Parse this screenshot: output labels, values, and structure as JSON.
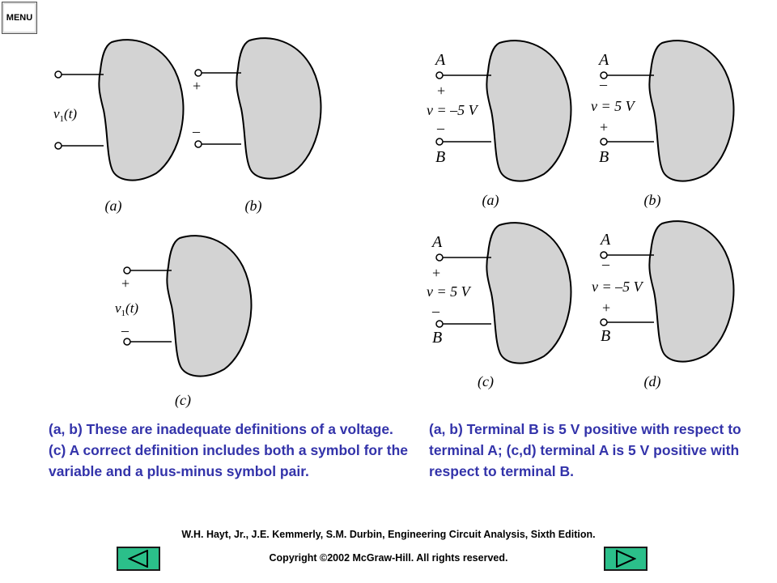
{
  "menu": {
    "label": "MENU"
  },
  "left_figures": [
    {
      "label": "(a)",
      "v_label": "v",
      "v_sub": "1",
      "v_arg": "(t)",
      "plus": "",
      "minus": ""
    },
    {
      "label": "(b)",
      "v_label": "",
      "v_sub": "",
      "v_arg": "",
      "plus": "+",
      "minus": "–"
    },
    {
      "label": "(c)",
      "v_label": "v",
      "v_sub": "1",
      "v_arg": "(t)",
      "plus": "+",
      "minus": "–"
    }
  ],
  "right_figures": [
    {
      "label": "(a)",
      "top_terminal": "A",
      "bottom_terminal": "B",
      "top_sign": "+",
      "bottom_sign": "–",
      "equation": "v = –5 V"
    },
    {
      "label": "(b)",
      "top_terminal": "A",
      "bottom_terminal": "B",
      "top_sign": "–",
      "bottom_sign": "+",
      "equation": "v = 5 V"
    },
    {
      "label": "(c)",
      "top_terminal": "A",
      "bottom_terminal": "B",
      "top_sign": "+",
      "bottom_sign": "–",
      "equation": "v = 5 V"
    },
    {
      "label": "(d)",
      "top_terminal": "A",
      "bottom_terminal": "B",
      "top_sign": "–",
      "bottom_sign": "+",
      "equation": "v = –5 V"
    }
  ],
  "captions": {
    "left": "(a, b) These are inadequate definitions of a voltage. (c) A correct definition includes both a symbol for the variable and a plus-minus symbol pair.",
    "right": "(a, b) Terminal B is 5 V positive with respect to terminal A;  (c,d) terminal A is 5 V positive with respect to terminal B."
  },
  "footer": {
    "citation": "W.H. Hayt, Jr., J.E. Kemmerly, S.M. Durbin, Engineering Circuit Analysis, Sixth Edition.",
    "copyright": "Copyright ©2002 McGraw-Hill.  All rights reserved."
  },
  "colors": {
    "blob_fill": "#d3d3d3",
    "caption": "#3333aa",
    "nav_button": "#2bbf8a"
  },
  "icons": {
    "back": "left-triangle-icon",
    "forward": "right-triangle-icon"
  }
}
